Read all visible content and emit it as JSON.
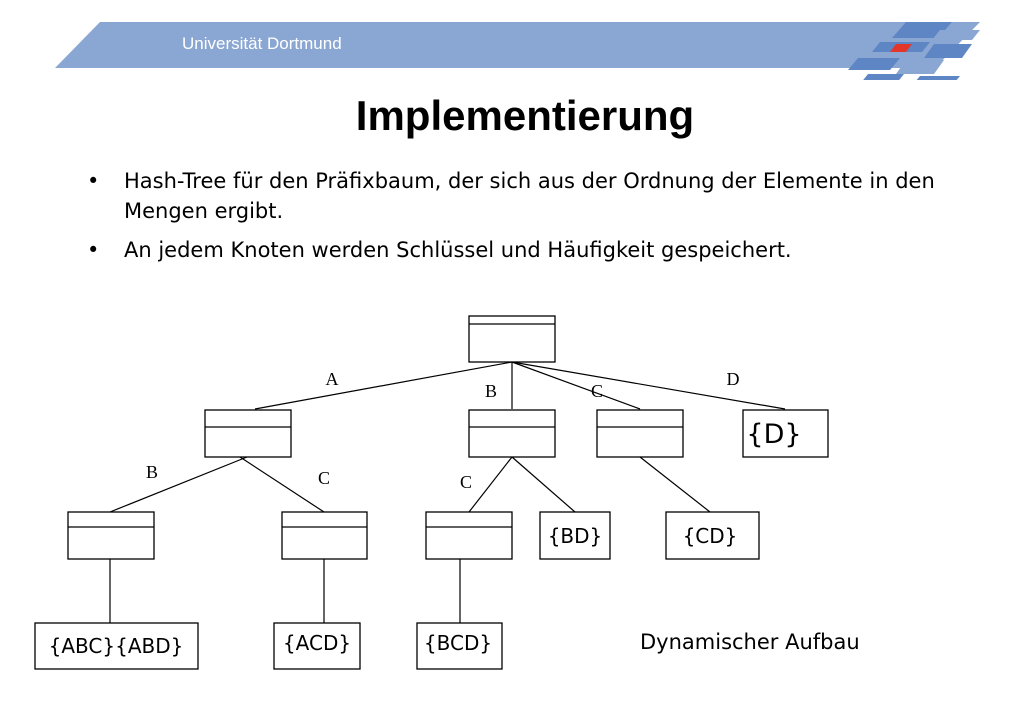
{
  "header": {
    "university": "Universität Dortmund",
    "title": "Implementierung",
    "colors": {
      "band": "#8aa6d2",
      "logo_blue": "#5f86c4",
      "logo_red": "#e2362b"
    }
  },
  "bullets": [
    "Hash-Tree für den Präfixbaum, der sich aus der Ordnung der Elemente in den Mengen ergibt.",
    "An jedem Knoten werden Schlüssel und Häufigkeit gespeichert."
  ],
  "diagram": {
    "edge_labels": {
      "root_a": "A",
      "root_b": "B",
      "root_c": "C",
      "root_d": "D",
      "a_b": "B",
      "a_c": "C",
      "b_c": "C"
    },
    "leaves": {
      "d": "{D}",
      "bd": "{BD}",
      "cd": "{CD}",
      "abc_abd": "{ABC}{ABD}",
      "acd": "{ACD}",
      "bcd": "{BCD}"
    },
    "caption": "Dynamischer Aufbau"
  }
}
